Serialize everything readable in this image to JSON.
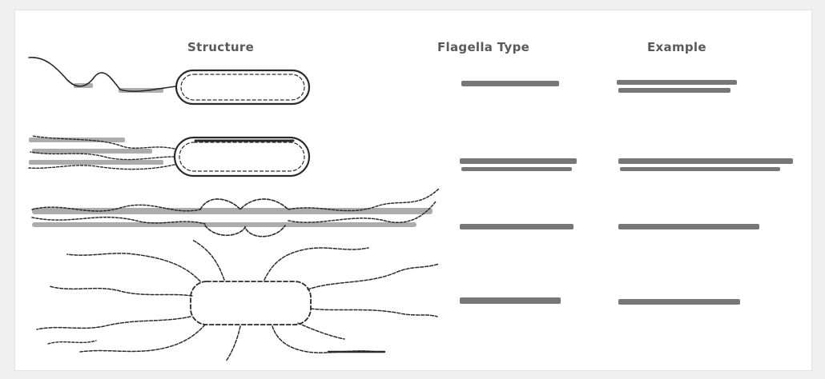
{
  "headers": {
    "structure": "Structure",
    "flagella_type": "Flagella Type",
    "example": "Example"
  },
  "rows": [
    {
      "structure_icon": "monotrichous-bacterium-icon",
      "flagella_type": "",
      "example": ""
    },
    {
      "structure_icon": "lophotrichous-bacterium-icon",
      "flagella_type": "",
      "example": ""
    },
    {
      "structure_icon": "amphitrichous-bacterium-icon",
      "flagella_type": "",
      "example": ""
    },
    {
      "structure_icon": "peritrichous-bacterium-icon",
      "flagella_type": "",
      "example": ""
    }
  ]
}
